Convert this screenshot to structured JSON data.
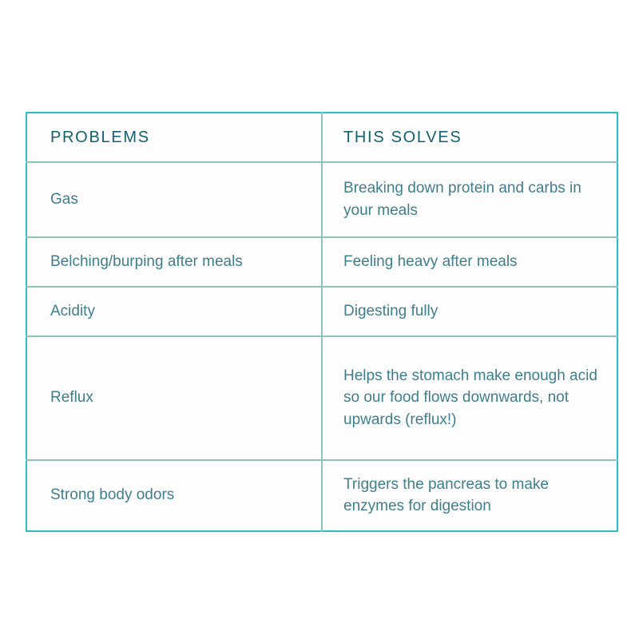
{
  "table": {
    "name": "problems-this-solves-comparison",
    "columns": [
      {
        "key": "problems",
        "label": "PROBLEMS"
      },
      {
        "key": "solves",
        "label": "THIS SOLVES"
      }
    ],
    "rows": [
      {
        "problem": "Gas",
        "solves": "Breaking down protein and carbs in your meals"
      },
      {
        "problem": "Belching/burping after meals",
        "solves": "Feeling heavy after meals"
      },
      {
        "problem": "Acidity",
        "solves": "Digesting fully"
      },
      {
        "problem": "Reflux",
        "solves": "Helps the stomach make enough acid so our food flows downwards, not upwards (reflux!)"
      },
      {
        "problem": "Strong body odors",
        "solves": "Triggers the pancreas to make enzymes for digestion"
      }
    ]
  },
  "colors": {
    "page_background": "#ffffff",
    "table_background": "#fcfdfc",
    "outer_border": "#2bbcc4",
    "inner_border": "#8dc3b8",
    "header_text": "#14606b",
    "body_text": "#3f7f8c"
  }
}
